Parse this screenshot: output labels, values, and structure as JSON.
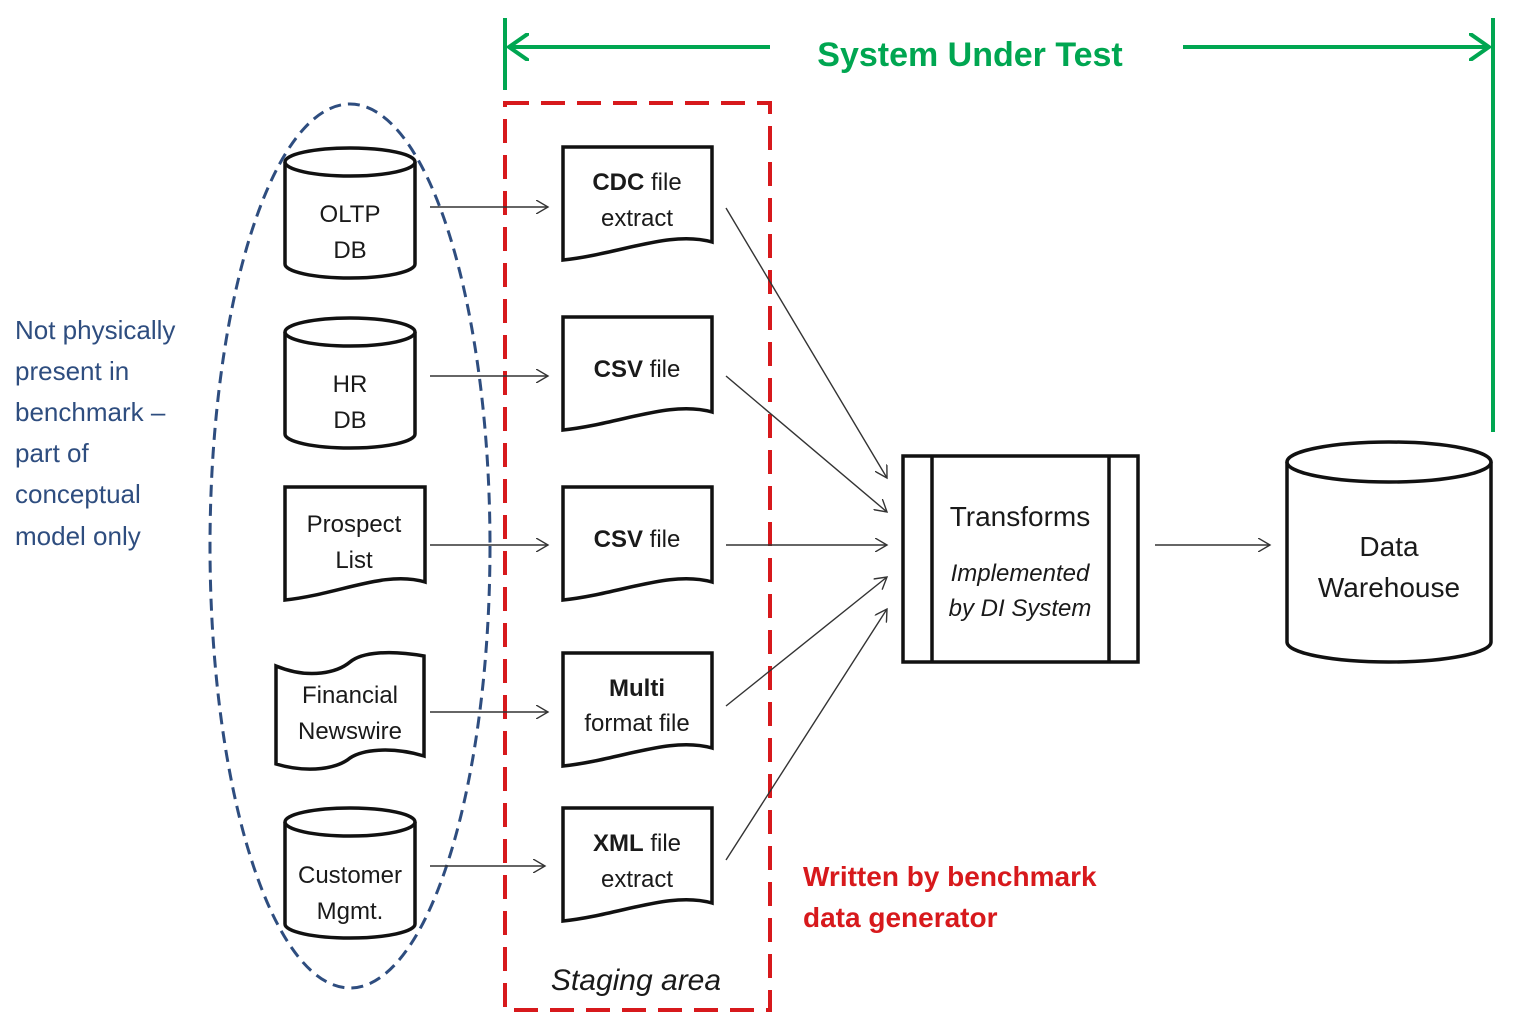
{
  "header": {
    "title": "System Under Test",
    "color": "#00a651"
  },
  "left_note": {
    "lines": [
      "Not physically",
      "present in",
      "benchmark –",
      "part of",
      "conceptual",
      "model only"
    ],
    "color": "#2e4d7f"
  },
  "sources": [
    {
      "shape": "cylinder",
      "lines": [
        "OLTP",
        "DB"
      ]
    },
    {
      "shape": "cylinder",
      "lines": [
        "HR",
        "DB"
      ]
    },
    {
      "shape": "document",
      "lines": [
        "Prospect",
        "List"
      ]
    },
    {
      "shape": "tape",
      "lines": [
        "Financial",
        "Newswire"
      ]
    },
    {
      "shape": "cylinder",
      "lines": [
        "Customer",
        "Mgmt."
      ]
    }
  ],
  "staging": {
    "label": "Staging area",
    "border_color": "#d7191c",
    "files": [
      {
        "bold": "CDC",
        "rest": " file",
        "line2": "extract"
      },
      {
        "bold": "CSV",
        "rest": " file",
        "line2": ""
      },
      {
        "bold": "CSV",
        "rest": " file",
        "line2": ""
      },
      {
        "bold": "Multi",
        "rest": "",
        "line2": "format file"
      },
      {
        "bold": "XML",
        "rest": " file",
        "line2": "extract"
      }
    ]
  },
  "generator_note": {
    "lines": [
      "Written by benchmark",
      "data generator"
    ],
    "color": "#d7191c"
  },
  "transforms": {
    "title": "Transforms",
    "subtitle_lines": [
      "Implemented",
      "by DI System"
    ]
  },
  "warehouse": {
    "lines": [
      "Data",
      "Warehouse"
    ]
  }
}
